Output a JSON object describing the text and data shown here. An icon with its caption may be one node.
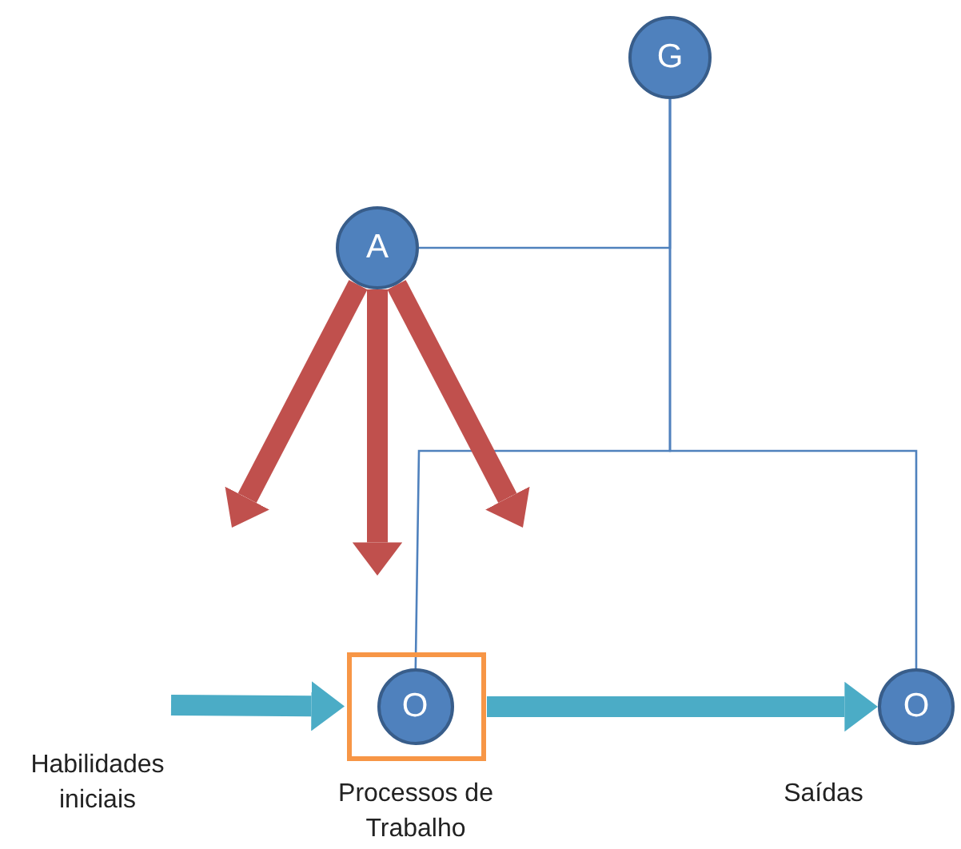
{
  "diagram": {
    "nodes": [
      {
        "text": [
          "G"
        ]
      },
      {
        "text": [
          "A"
        ]
      },
      {
        "text": [],
        "shape": "box",
        "beside": [
          "Processos de Trabalho"
        ]
      },
      {
        "text": [
          "O"
        ],
        "in": 2
      },
      {
        "text": [
          "O"
        ],
        "beside": [
          "Saídas"
        ]
      }
    ],
    "edges": [
      {
        "from": 0,
        "to": 1,
        "arrow": "none",
        "color": "#4f81bd"
      },
      {
        "from": 0,
        "to": 3,
        "arrow": "none",
        "color": "#4f81bd"
      },
      {
        "from": 0,
        "to": 4,
        "arrow": "none",
        "color": "#4f81bd"
      },
      {
        "from": 1,
        "to": null,
        "arrow": "to",
        "color": "#c0504d"
      },
      {
        "from": 1,
        "to": null,
        "arrow": "to",
        "color": "#c0504d"
      },
      {
        "from": 1,
        "to": null,
        "arrow": "to",
        "color": "#c0504d"
      },
      {
        "from": null,
        "to": 2,
        "arrow": "to",
        "color": "#4bacc6"
      },
      {
        "from": 2,
        "to": 4,
        "arrow": "to",
        "color": "#4bacc6"
      }
    ],
    "labels": [
      "Habilidades iniciais"
    ]
  }
}
